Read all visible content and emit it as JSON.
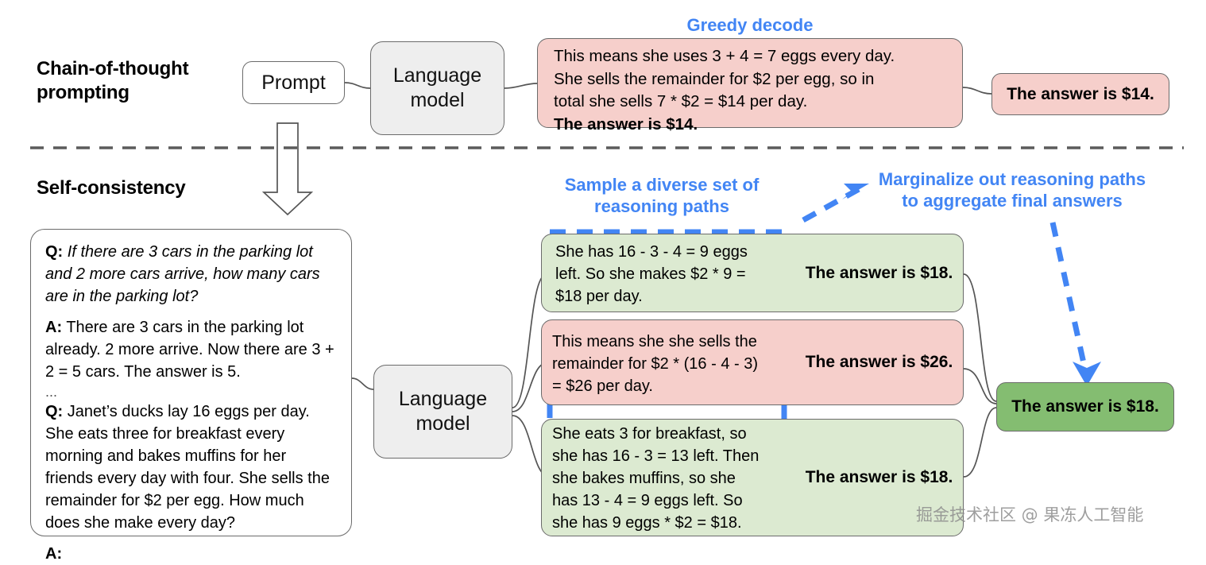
{
  "diagram": {
    "title_top": "Chain-of-thought prompting",
    "title_bottom": "Self-consistency",
    "labels": {
      "greedy_decode": "Greedy decode",
      "sample_paths_line1": "Sample a diverse set of",
      "sample_paths_line2": "reasoning paths",
      "marginalize_line1": "Marginalize out reasoning paths",
      "marginalize_line2": "to aggregate final answers"
    },
    "colors": {
      "blue_accent": "#4285f4",
      "pink_fill": "#f6cfcb",
      "light_green_fill": "#dcead1",
      "dark_green_fill": "#84bd71",
      "gray_fill": "#eeeeee",
      "stroke": "#6b6b6b"
    }
  },
  "top_row": {
    "prompt_box": "Prompt",
    "language_model": "Language\nmodel",
    "language_model_line1": "Language",
    "language_model_line2": "model",
    "cot_output": {
      "line1": "This means she uses 3 + 4 = 7 eggs every day.",
      "line2": "She sells the remainder for $2 per egg, so in",
      "line3": "total she sells 7 * $2 = $14 per day.",
      "line4_bold": "The answer is $14."
    },
    "final_answer": "The answer is $14."
  },
  "bottom_row": {
    "prompt_box": {
      "q1_label": "Q:",
      "q1_text": "If there are 3 cars in the parking lot and 2 more cars arrive, how many cars are in the parking lot?",
      "a1_label": "A:",
      "a1_text": "There are 3 cars in the parking lot already. 2 more arrive. Now there are 3 + 2 = 5 cars. The answer is 5.",
      "ellipsis": "...",
      "q2_label": "Q:",
      "q2_text": "Janet’s ducks lay 16 eggs per day. She eats three for breakfast every morning and bakes muffins for her friends every day with four. She sells the remainder for $2 per egg. How much does she make every day?",
      "a2_label": "A:"
    },
    "language_model_line1": "Language",
    "language_model_line2": "model",
    "paths": [
      {
        "id": "path-1",
        "color": "green",
        "reasoning_line1": "She has 16 - 3 - 4 = 9 eggs",
        "reasoning_line2": "left. So she makes $2 * 9 =",
        "reasoning_line3": "$18 per day.",
        "answer": "The answer is $18."
      },
      {
        "id": "path-2",
        "color": "pink",
        "reasoning_line1": "This means she she sells the",
        "reasoning_line2": "remainder for $2 * (16 - 4 - 3)",
        "reasoning_line3": "= $26 per day.",
        "answer": "The answer is $26."
      },
      {
        "id": "path-3",
        "color": "green",
        "reasoning_line1": "She eats 3 for breakfast, so",
        "reasoning_line2": "she has 16 - 3 = 13 left. Then",
        "reasoning_line3": "she bakes muffins, so she",
        "reasoning_line4": "has 13 - 4 = 9 eggs left. So",
        "reasoning_line5": "she has 9 eggs * $2 = $18.",
        "answer": "The answer is $18."
      }
    ],
    "aggregated_answer": "The answer is $18."
  },
  "watermark": "掘金技术社区 @ 果冻人工智能"
}
